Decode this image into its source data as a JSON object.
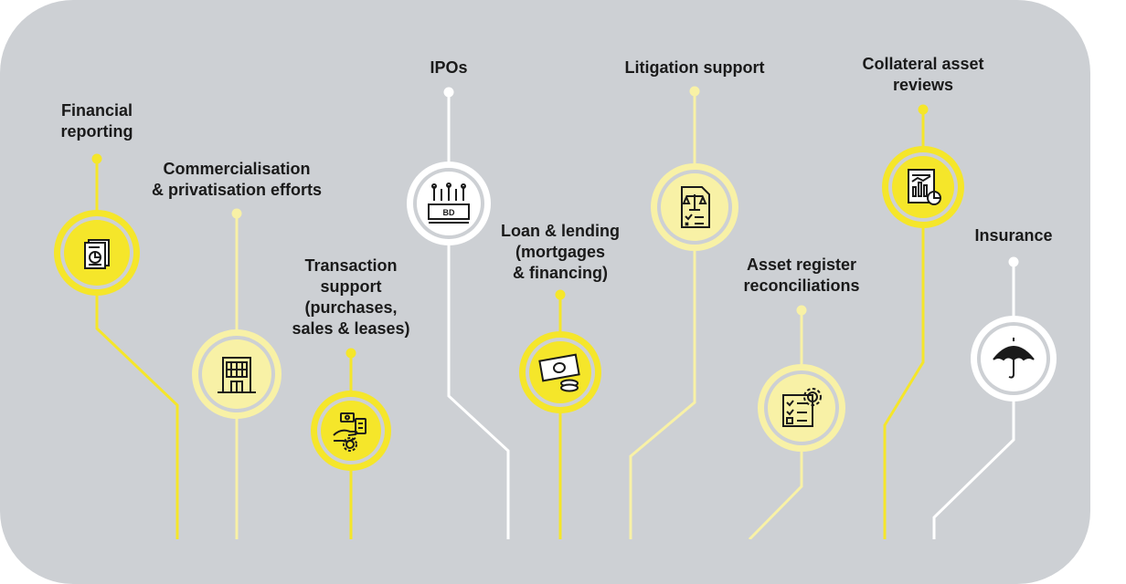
{
  "colors": {
    "panel": "#cdd0d4",
    "yellow": "#f5e62a",
    "pale_yellow": "#f8f1a6",
    "white": "#ffffff",
    "icon_stroke": "#1a1a1a"
  },
  "services": [
    {
      "id": "financial-reporting",
      "label": "Financial\nreporting",
      "icon": "report-document-icon",
      "tone": "yellow"
    },
    {
      "id": "commercialisation",
      "label": "Commercialisation\n& privatisation efforts",
      "icon": "office-building-icon",
      "tone": "pale"
    },
    {
      "id": "transaction-support",
      "label": "Transaction\nsupport\n(purchases,\nsales & leases)",
      "icon": "hand-transaction-gear-icon",
      "tone": "yellow"
    },
    {
      "id": "ipos",
      "label": "IPOs",
      "icon": "bd-banknote-tree-icon",
      "tone": "white"
    },
    {
      "id": "loan-lending",
      "label": "Loan & lending\n(mortgages\n& financing)",
      "icon": "cash-coins-icon",
      "tone": "yellow"
    },
    {
      "id": "litigation-support",
      "label": "Litigation support",
      "icon": "legal-scales-document-icon",
      "tone": "pale"
    },
    {
      "id": "asset-register",
      "label": "Asset register\nreconciliations",
      "icon": "checklist-gear-icon",
      "tone": "pale"
    },
    {
      "id": "collateral-asset",
      "label": "Collateral asset\nreviews",
      "icon": "chart-document-icon",
      "tone": "yellow"
    },
    {
      "id": "insurance",
      "label": "Insurance",
      "icon": "umbrella-icon",
      "tone": "white"
    }
  ]
}
